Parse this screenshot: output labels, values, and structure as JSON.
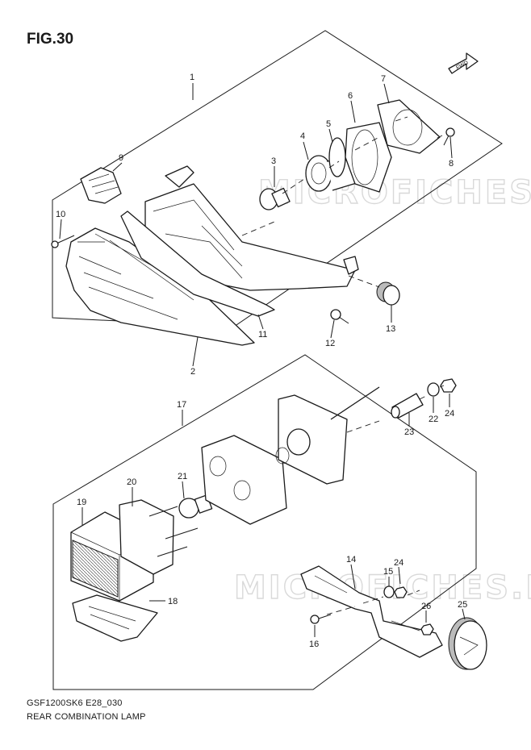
{
  "figure": {
    "title": "FIG.30",
    "fwd_label": "FWD",
    "watermark": "MICROFICHES.NET",
    "model_code": "GSF1200SK6 E28_030",
    "caption": "REAR COMBINATION LAMP"
  },
  "callouts": [
    {
      "id": "p1",
      "text": "1"
    },
    {
      "id": "p2",
      "text": "2"
    },
    {
      "id": "p3",
      "text": "3"
    },
    {
      "id": "p4",
      "text": "4"
    },
    {
      "id": "p5",
      "text": "5"
    },
    {
      "id": "p6",
      "text": "6"
    },
    {
      "id": "p7",
      "text": "7"
    },
    {
      "id": "p8",
      "text": "8"
    },
    {
      "id": "p9",
      "text": "9"
    },
    {
      "id": "p10",
      "text": "10"
    },
    {
      "id": "p11",
      "text": "11"
    },
    {
      "id": "p12",
      "text": "12"
    },
    {
      "id": "p13",
      "text": "13"
    },
    {
      "id": "p14",
      "text": "14"
    },
    {
      "id": "p15",
      "text": "15"
    },
    {
      "id": "p16",
      "text": "16"
    },
    {
      "id": "p17",
      "text": "17"
    },
    {
      "id": "p18",
      "text": "18"
    },
    {
      "id": "p19",
      "text": "19"
    },
    {
      "id": "p20",
      "text": "20"
    },
    {
      "id": "p21",
      "text": "21"
    },
    {
      "id": "p22",
      "text": "22"
    },
    {
      "id": "p23",
      "text": "23"
    },
    {
      "id": "p24a",
      "text": "24"
    },
    {
      "id": "p24b",
      "text": "24"
    },
    {
      "id": "p25",
      "text": "25"
    },
    {
      "id": "p26",
      "text": "26"
    }
  ]
}
